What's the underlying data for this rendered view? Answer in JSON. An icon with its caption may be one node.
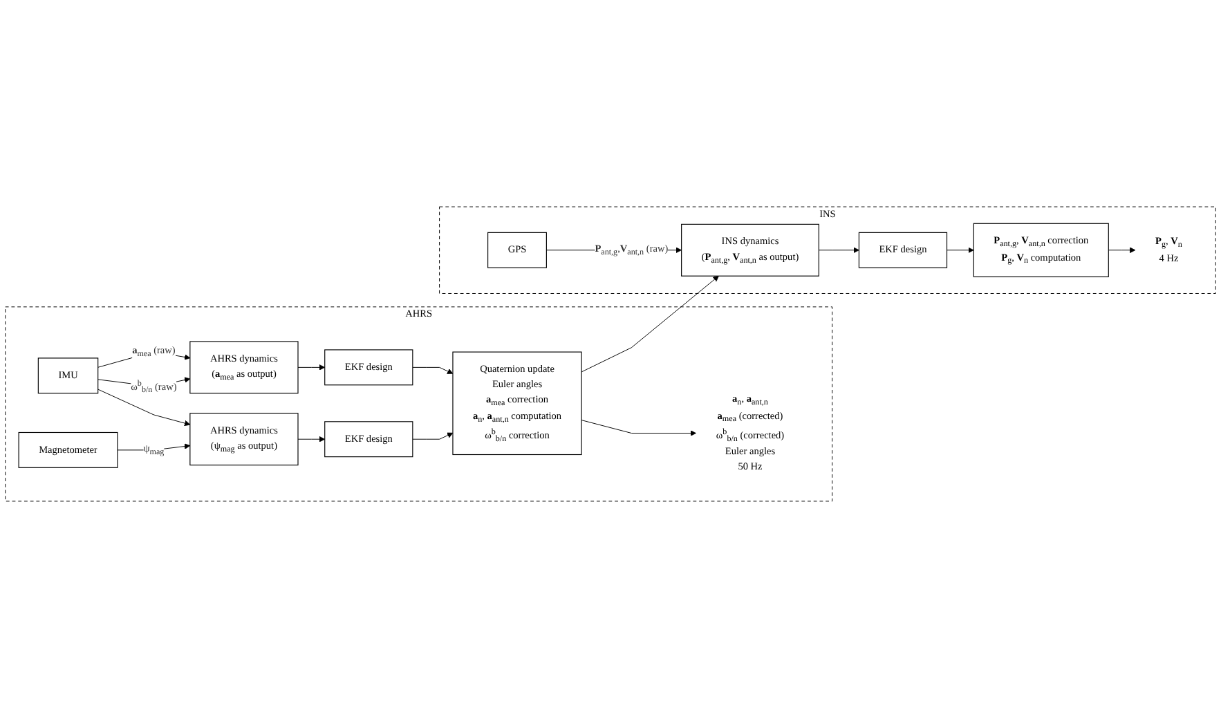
{
  "diagram": {
    "nodes": [
      {
        "text": [
          "AHRS"
        ]
      },
      {
        "text": [
          "IMU"
        ],
        "in": 0
      },
      {
        "text": [
          "Magnetometer"
        ],
        "in": 0
      },
      {
        "text": [
          "AHRS dynamics",
          "(**a**$_{mea}$ as output)"
        ],
        "in": 0
      },
      {
        "text": [
          "AHRS dynamics",
          "(ψ$_{mag}$ as output)"
        ],
        "in": 0
      },
      {
        "text": [
          "EKF design"
        ],
        "in": 0
      },
      {
        "text": [
          "EKF design"
        ],
        "in": 0
      },
      {
        "text": [
          "Quaternion update",
          "Euler angles",
          "**a**$_{mea}$ correction",
          "**a**$_{n}$, **a**$_{ant,n}$ computation",
          "ω$^{b}$$_{b/n}$ correction"
        ],
        "in": 0
      },
      {
        "text": [
          "**a**$_{n}$, **a**$_{ant,n}$",
          "**a**$_{mea}$ (corrected)",
          "ω$^{b}$$_{b/n}$ (corrected)",
          "Euler angles"
        ],
        "beside": [
          "50 Hz"
        ],
        "in": 0
      },
      {
        "text": [
          "INS"
        ]
      },
      {
        "text": [
          "GPS"
        ],
        "in": 9
      },
      {
        "text": [
          "INS dynamics",
          "(**P**$_{ant,g}$, **V**$_{ant,n}$ as output)"
        ],
        "in": 9
      },
      {
        "text": [
          "EKF design"
        ],
        "in": 9
      },
      {
        "text": [
          "**P**$_{ant,g}$, **V**$_{ant,n}$ correction",
          "**P**$_{g}$, **V**$_{n}$ computation"
        ],
        "in": 9
      },
      {
        "text": [
          "**P**$_{g}$, **V**$_{n}$"
        ],
        "beside": [
          "4 Hz"
        ],
        "in": 9
      }
    ],
    "edges": [
      {
        "from": 1,
        "to": 3,
        "arrow": "to",
        "label": "**a**$_{mea}$ (raw)"
      },
      {
        "from": 1,
        "to": 3,
        "arrow": "to",
        "label": "ω$^{b}$$_{b/n}$ (raw)"
      },
      {
        "from": 1,
        "to": 4,
        "arrow": "to"
      },
      {
        "from": 2,
        "to": 4,
        "arrow": "to",
        "label": "ψ$_{mag}$"
      },
      {
        "from": 3,
        "to": 5,
        "arrow": "to"
      },
      {
        "from": 4,
        "to": 6,
        "arrow": "to"
      },
      {
        "from": 5,
        "to": 7,
        "arrow": "to"
      },
      {
        "from": 6,
        "to": 7,
        "arrow": "to"
      },
      {
        "from": 7,
        "to": 8,
        "arrow": "to"
      },
      {
        "from": 7,
        "to": 11,
        "arrow": "to"
      },
      {
        "from": 10,
        "to": 11,
        "arrow": "to",
        "label": "**P**$_{ant,g}$,**V**$_{ant,n}$ (raw)"
      },
      {
        "from": 11,
        "to": 12,
        "arrow": "to"
      },
      {
        "from": 12,
        "to": 13,
        "arrow": "to"
      },
      {
        "from": 13,
        "to": 14,
        "arrow": "to"
      }
    ]
  }
}
